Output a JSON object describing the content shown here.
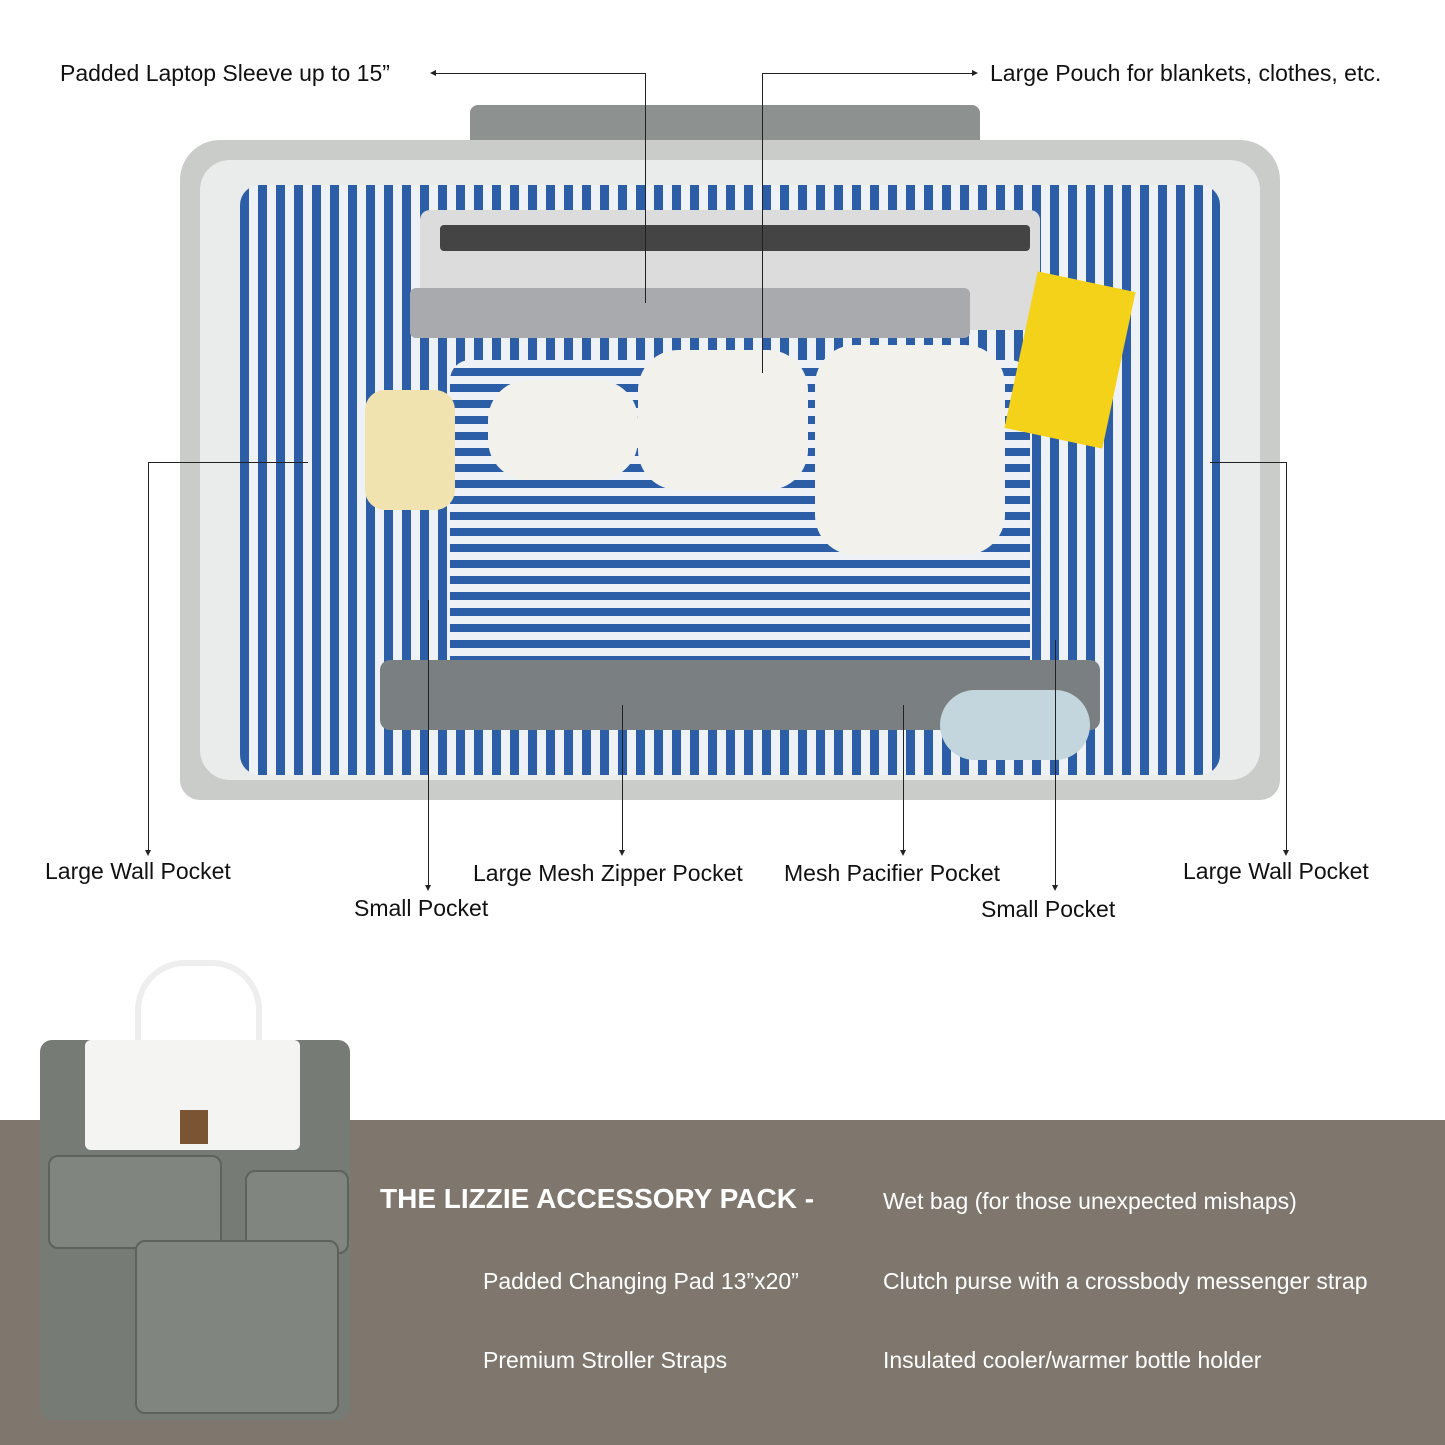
{
  "callouts": {
    "laptop_sleeve": "Padded Laptop Sleeve up to 15”",
    "large_pouch": "Large Pouch for blankets, clothes, etc.",
    "large_wall_pocket_left": "Large Wall Pocket",
    "small_pocket_left": "Small Pocket",
    "large_mesh_zipper_pocket": "Large Mesh Zipper Pocket",
    "mesh_pacifier_pocket": "Mesh Pacifier Pocket",
    "small_pocket_right": "Small Pocket",
    "large_wall_pocket_right": "Large Wall Pocket"
  },
  "accessory_pack": {
    "title": "THE LIZZIE ACCESSORY PACK -",
    "items": [
      "Wet bag (for those unexpected mishaps)",
      "Padded Changing Pad 13”x20”",
      "Clutch purse with a crossbody messenger strap",
      "Premium Stroller Straps",
      "Insulated cooler/warmer bottle holder"
    ]
  },
  "colors": {
    "band": "#7f776e",
    "stripe_blue": "#2b5ea6",
    "bag_grey": "#777b76"
  }
}
